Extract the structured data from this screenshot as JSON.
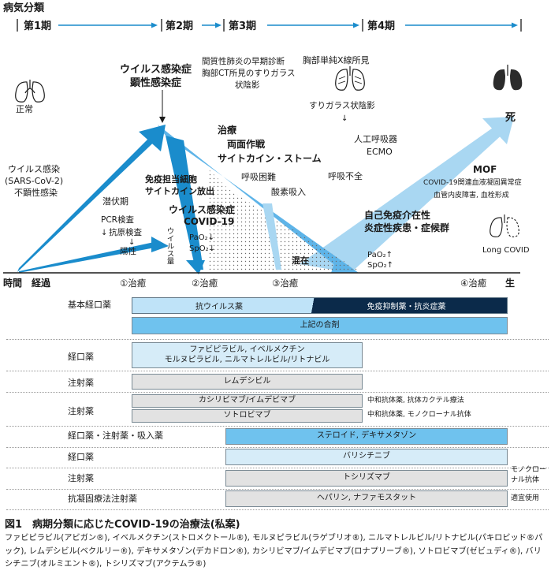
{
  "header": {
    "stage_title": "病気分類",
    "phases": [
      "第1期",
      "第2期",
      "第3期",
      "第4期"
    ]
  },
  "states": {
    "normal": "正常",
    "death": "死",
    "recovered": "生",
    "long_covid": "Long COVID"
  },
  "annotations": {
    "asymptomatic": [
      "ウイルス感染",
      "(SARS-CoV-2)",
      "不顕性感染"
    ],
    "viral_overt": [
      "ウイルス感染症",
      "顕性感染症"
    ],
    "ct_findings": [
      "間質性肺炎の早期診断",
      "胸部CT所見のすりガラス",
      "状陰影"
    ],
    "xray_title": "胸部単純X線所見",
    "ground_glass": "すりガラス状陰影",
    "ventilator": "人工呼吸器",
    "ecmo": "ECMO",
    "treatment_block": [
      "治療",
      "両面作戦",
      "サイトカイン・ストーム"
    ],
    "dyspnea": "呼吸困難",
    "oxygen": "酸素吸入",
    "resp_failure": "呼吸不全",
    "immune_cells": [
      "免疫担当細胞",
      "サイトカイン放出"
    ],
    "incubation": "潜伏期",
    "pcr": "PCR検査",
    "antigen": "抗原検査",
    "positive": "陽性",
    "covid_disease": [
      "ウイルス感染症",
      "COVID-19"
    ],
    "virus_amount": "ウイルス量",
    "pao2_down": "PaO₂↓",
    "spo2_down": "SpO₂↓",
    "mixed": "混在",
    "autoimmune": [
      "自己免疫介在性",
      "炎症性疾患・症候群"
    ],
    "pao2_up": "PaO₂↑",
    "spo2_up": "SpO₂↑",
    "mof": "MOF",
    "coagulopathy": [
      "COVID-19関連血液凝固異常症",
      "血管内皮障害, 血栓形成"
    ],
    "time_course": "時間　経過",
    "healing": [
      "①治癒",
      "②治癒",
      "③治癒",
      "④治癒"
    ],
    "arrows_down": "↓"
  },
  "treatments": [
    {
      "label": "基本経口薬",
      "bar_left": "抗ウイルス薬",
      "bar_right": "免疫抑制薬・抗炎症薬"
    },
    {
      "label": "",
      "bar": "上記の合剤"
    },
    {
      "label": "経口薬",
      "bar_lines": [
        "ファビピラビル, イベルメクチン",
        "モルヌピラビル, ニルマトレルビル/リトナビル"
      ]
    },
    {
      "label": "注射薬",
      "bar": "レムデシビル"
    },
    {
      "label": "注射薬",
      "bars": [
        "カシリビマブ/イムデビマブ",
        "ソトロビマブ"
      ],
      "notes": [
        "中和抗体薬, 抗体カクテル療法",
        "中和抗体薬, モノクローナル抗体"
      ]
    },
    {
      "label": "経口薬・注射薬・吸入薬",
      "bar": "ステロイド, デキサメタゾン"
    },
    {
      "label": "経口薬",
      "bar": "バリシチニブ"
    },
    {
      "label": "注射薬",
      "bar": "トシリズマブ",
      "note_lines": [
        "モノクロー",
        "ナル抗体"
      ]
    },
    {
      "label": "抗凝固療法注射薬",
      "bar": "ヘパリン, ナファモスタット",
      "note": "適宜使用"
    }
  ],
  "caption": {
    "title": "図1　病期分類に応じたCOVID-19の治療法(私案)",
    "body": "ファビピラビル(アビガン®), イベルメクチン(ストロメクトール®), モルヌピラビル(ラゲブリオ®), ニルマトレルビル/リトナビル(パキロビッド®パック), レムデシビル(ベクルリー®), デキサメタゾン(デカドロン®), カシリビマブ/イムデビマブ(ロナプリーブ®), ソトロビマブ(ゼビュディ®), バリシチニブ(オルミエント®), トシリズマブ(アクテムラ®)"
  },
  "colors": {
    "dark_blue": "#1a8ccc",
    "mid_blue": "#5eb4e8",
    "pale_blue": "#a9d7f2",
    "navy": "#0b2a4a",
    "table_light": "#d6ecf8",
    "table_mid": "#6fc2ee",
    "table_gray": "#e2e2e2"
  }
}
